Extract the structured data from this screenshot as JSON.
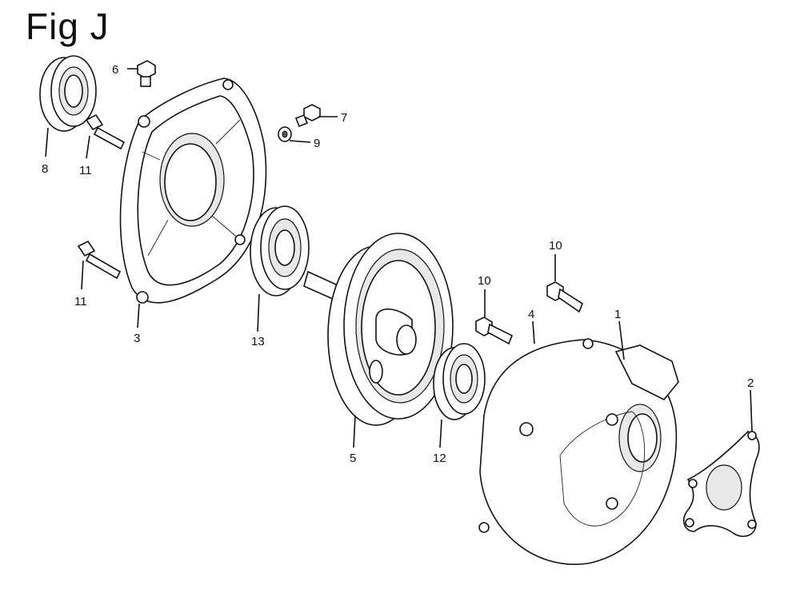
{
  "figure": {
    "title": "Fig J",
    "callouts": [
      {
        "id": "p1",
        "label": "1",
        "part": "gear-case-cover"
      },
      {
        "id": "p2",
        "label": "2",
        "part": "gasket-plate"
      },
      {
        "id": "p3",
        "label": "3",
        "part": "housing"
      },
      {
        "id": "p4",
        "label": "4",
        "part": "gasket"
      },
      {
        "id": "p5",
        "label": "5",
        "part": "ring-gear-shaft"
      },
      {
        "id": "p6",
        "label": "6",
        "part": "bolt"
      },
      {
        "id": "p7",
        "label": "7",
        "part": "bolt"
      },
      {
        "id": "p8",
        "label": "8",
        "part": "oil-seal"
      },
      {
        "id": "p9",
        "label": "9",
        "part": "washer"
      },
      {
        "id": "p10a",
        "label": "10",
        "part": "bolt"
      },
      {
        "id": "p10b",
        "label": "10",
        "part": "bolt"
      },
      {
        "id": "p11a",
        "label": "11",
        "part": "bolt"
      },
      {
        "id": "p11b",
        "label": "11",
        "part": "bolt"
      },
      {
        "id": "p12",
        "label": "12",
        "part": "bearing"
      },
      {
        "id": "p13",
        "label": "13",
        "part": "bearing"
      }
    ]
  }
}
